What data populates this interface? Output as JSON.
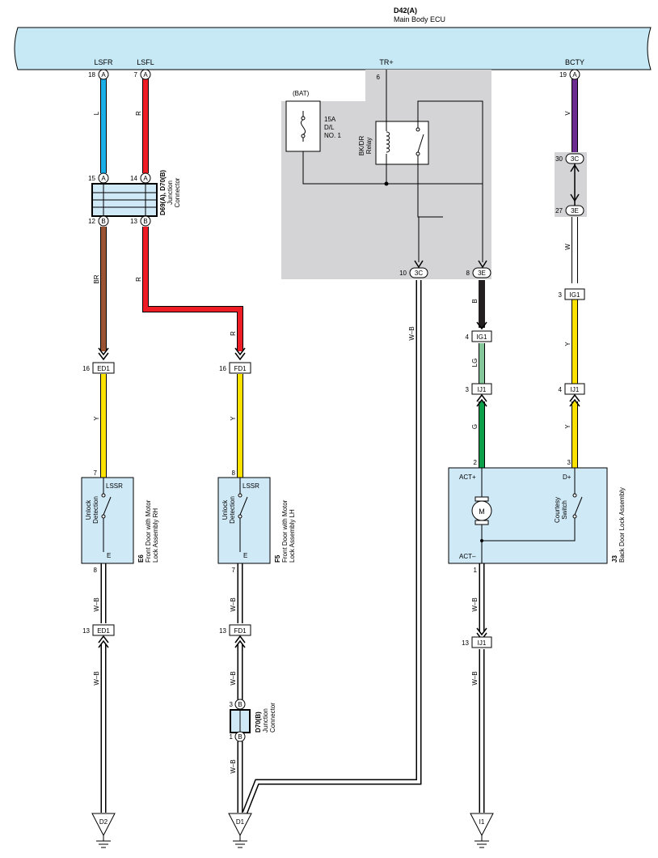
{
  "ecu": {
    "code": "D42(A)",
    "name": "Main Body ECU"
  },
  "terminals": {
    "lsfr": {
      "name": "LSFR",
      "pin": "18",
      "conn": "A"
    },
    "lsfl": {
      "name": "LSFL",
      "pin": "7",
      "conn": "A"
    },
    "trp": {
      "name": "TR+",
      "pin": "6"
    },
    "bcty": {
      "name": "BCTY",
      "pin": "19",
      "conn": "A"
    }
  },
  "fuse": {
    "source": "(BAT)",
    "rating": "15A",
    "name1": "D/L",
    "name2": "NO. 1"
  },
  "relay": {
    "name1": "BK/DR",
    "name2": "Relay"
  },
  "jb": {
    "pin_3c_in": "30",
    "conn_3c": "3C",
    "pin_3e_out": "27",
    "conn_3e": "3E"
  },
  "junction_a": {
    "code": "D69(A), D70(B)",
    "name1": "Junction",
    "name2": "Connector",
    "pin_15": "15",
    "pin_14": "14",
    "pin_12": "12",
    "pin_13": "13",
    "conn_a": "A",
    "conn_b": "B"
  },
  "junction_b": {
    "code": "D70(B)",
    "name1": "Junction",
    "name2": "Connector",
    "pin_3": "3",
    "pin_1": "1",
    "conn": "B"
  },
  "ecu_out": {
    "pin_10": "10",
    "conn_10": "3C",
    "pin_8": "8",
    "conn_8": "3E"
  },
  "wires": {
    "L": "L",
    "R": "R",
    "BR": "BR",
    "Y": "Y",
    "WB": "W–B",
    "V": "V",
    "W": "W",
    "B": "B",
    "LG": "LG",
    "G": "G"
  },
  "connectors": {
    "ed1_16": {
      "pin": "16",
      "name": "ED1"
    },
    "fd1_16": {
      "pin": "16",
      "name": "FD1"
    },
    "ed1_13": {
      "pin": "13",
      "name": "ED1"
    },
    "fd1_13": {
      "pin": "13",
      "name": "FD1"
    },
    "ig1_4": {
      "pin": "4",
      "name": "IG1"
    },
    "ij1_3": {
      "pin": "3",
      "name": "IJ1"
    },
    "ig1_3": {
      "pin": "3",
      "name": "IG1"
    },
    "ij1_4": {
      "pin": "4",
      "name": "IJ1"
    },
    "ij1_13": {
      "pin": "13",
      "name": "IJ1"
    }
  },
  "e6": {
    "pin_in": "7",
    "pin_out": "8",
    "terminal": "LSSR",
    "ground": "E",
    "switch1": "Unlock",
    "switch2": "Detection",
    "code": "E6",
    "name1": "Front Door with Motor",
    "name2": "Lock Assembly RH"
  },
  "f5": {
    "pin_in": "8",
    "pin_out": "7",
    "terminal": "LSSR",
    "ground": "E",
    "switch1": "Unlock",
    "switch2": "Detection",
    "code": "F5",
    "name1": "Front Door with Motor",
    "name2": "Lock Assembly LH"
  },
  "j3": {
    "pin_act": "2",
    "pin_d": "3",
    "pin_gnd": "1",
    "act_plus": "ACT+",
    "d_plus": "D+",
    "act_minus": "ACT–",
    "motor": "M",
    "switch1": "Courtesy",
    "switch2": "Switch",
    "code": "J3",
    "name": "Back Door Lock Assembly"
  },
  "grounds": {
    "d2": "D2",
    "d1": "D1",
    "i1": "I1"
  },
  "colors": {
    "ecu_fill": "#c6e9f5",
    "gray_area": "#d4d4d6",
    "box_fill": "#cfe9f7",
    "blue": "#19aee8",
    "red": "#ee1c25",
    "brown": "#9b5230",
    "yellow": "#fde200",
    "purple": "#6d2c8f",
    "black": "#231f20",
    "light_green": "#85c79a",
    "green": "#0da04a"
  }
}
